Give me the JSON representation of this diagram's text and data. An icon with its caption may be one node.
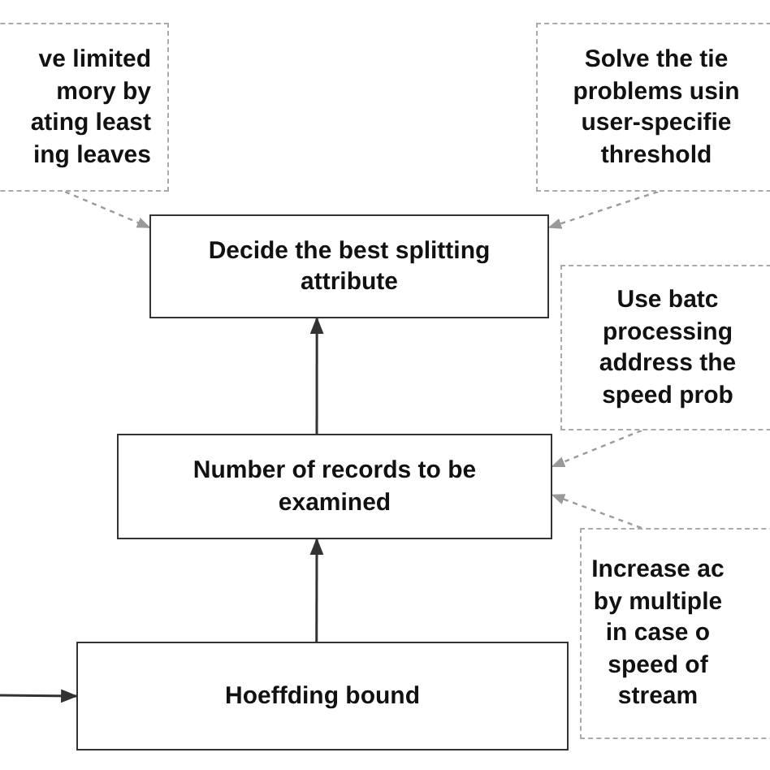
{
  "diagram": {
    "nodes": [
      {
        "text": [
          "ve limited mory by ating least ing leaves"
        ]
      },
      {
        "text": [
          "Solve the tie problems usin user-specifie threshold"
        ]
      },
      {
        "text": [
          "Decide the best splitting attribute"
        ]
      },
      {
        "text": [
          "Use batc processing address the speed prob"
        ]
      },
      {
        "text": [
          "Number of records to be examined"
        ]
      },
      {
        "text": [
          "Increase ac by multiple in case o speed of stream"
        ]
      },
      {
        "text": [
          "Hoeffding bound"
        ]
      }
    ],
    "edges": [
      {
        "from": null,
        "to": 6,
        "arrow": "to",
        "color": "#333333"
      },
      {
        "from": 6,
        "to": 4,
        "arrow": "to",
        "color": "#333333"
      },
      {
        "from": 4,
        "to": 2,
        "arrow": "to",
        "color": "#333333"
      },
      {
        "from": 0,
        "to": 2,
        "arrow": "to",
        "style": "dashed"
      },
      {
        "from": 1,
        "to": 2,
        "arrow": "to",
        "style": "dashed"
      },
      {
        "from": 3,
        "to": 4,
        "arrow": "to",
        "style": "dashed"
      },
      {
        "from": 5,
        "to": 4,
        "arrow": "to",
        "style": "dashed"
      }
    ]
  }
}
